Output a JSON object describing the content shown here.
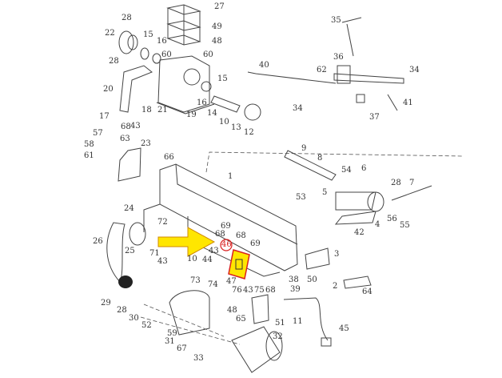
{
  "title": "Lathe exploded parts diagram",
  "colors": {
    "highlight_arrow": "#ffe600",
    "highlight_outline": "#d92020",
    "line": "#444444"
  },
  "highlighted_part": "46",
  "labels": [
    "27",
    "49",
    "48",
    "28",
    "22",
    "15",
    "16",
    "60",
    "60",
    "28",
    "20",
    "15",
    "16",
    "17",
    "18",
    "21",
    "19",
    "14",
    "10",
    "13",
    "12",
    "68",
    "43",
    "35",
    "36",
    "62",
    "34",
    "40",
    "34",
    "41",
    "37",
    "57",
    "58",
    "63",
    "23",
    "61",
    "66",
    "1",
    "9",
    "8",
    "54",
    "6",
    "5",
    "28",
    "7",
    "53",
    "4",
    "56",
    "55",
    "42",
    "24",
    "26",
    "72",
    "69",
    "68",
    "25",
    "71",
    "43",
    "10",
    "46",
    "68",
    "69",
    "43",
    "44",
    "3",
    "50",
    "47",
    "76",
    "43",
    "75",
    "68",
    "38",
    "39",
    "2",
    "64",
    "29",
    "28",
    "73",
    "74",
    "30",
    "52",
    "59",
    "31",
    "48",
    "65",
    "51",
    "11",
    "45",
    "67",
    "33",
    "32"
  ]
}
